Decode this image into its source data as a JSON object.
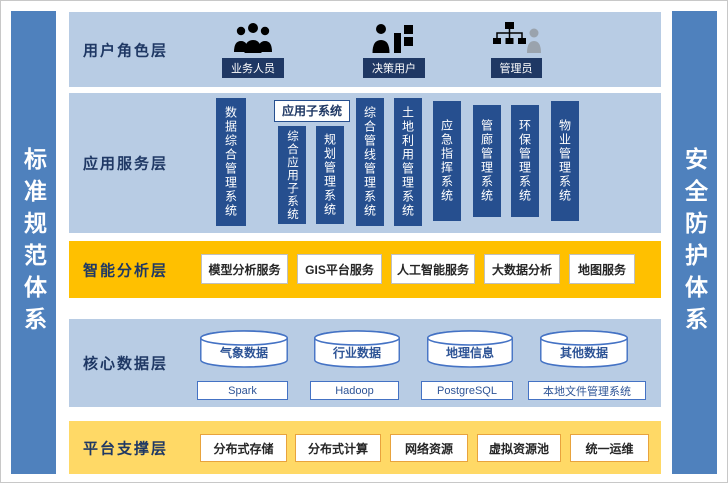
{
  "side_bars": {
    "left": "标准规范体系",
    "right": "安全防护体系"
  },
  "layers": {
    "user": {
      "label": "用户角色层",
      "roles": [
        {
          "label": "业务人员",
          "icon": "business-users-icon"
        },
        {
          "label": "决策用户",
          "icon": "decision-user-icon"
        },
        {
          "label": "管理员",
          "icon": "admin-icon"
        }
      ]
    },
    "app": {
      "label": "应用服务层",
      "standalone_left": "数据综合管理系统",
      "subsystem_group": {
        "header": "应用子系统",
        "items": [
          "综合应用子系统",
          "规划管理系统"
        ]
      },
      "systems": [
        "综合管线管理系统",
        "土地利用管理系统",
        "应急指挥系统",
        "管廊管理系统",
        "环保管理系统",
        "物业管理系统"
      ]
    },
    "ai": {
      "label": "智能分析层",
      "services": [
        "模型分析服务",
        "GIS平台服务",
        "人工智能服务",
        "大数据分析",
        "地图服务"
      ]
    },
    "data": {
      "label": "核心数据层",
      "databases": [
        "气象数据",
        "行业数据",
        "地理信息",
        "其他数据"
      ],
      "engines": [
        "Spark",
        "Hadoop",
        "PostgreSQL",
        "本地文件管理系统"
      ]
    },
    "platform": {
      "label": "平台支撑层",
      "resources": [
        "分布式存储",
        "分布式计算",
        "网络资源",
        "虚拟资源池",
        "统一运维"
      ]
    }
  },
  "colors": {
    "side_bar": "#4F81BD",
    "layer_light_blue": "#B8CCE4",
    "layer_amber": "#FFC000",
    "layer_yellow": "#FFD966",
    "dark_navy_box": "#264F8F",
    "badge_navy": "#1F3864",
    "cylinder_blue": "#4472C4",
    "platform_border": "#E8A33D"
  }
}
